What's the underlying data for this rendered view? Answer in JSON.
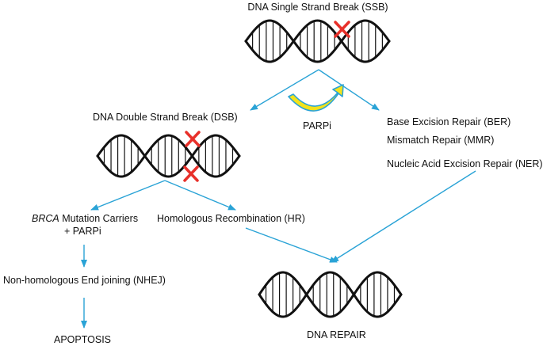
{
  "labels": {
    "ssb": "DNA Single Strand Break (SSB)",
    "dsb": "DNA Double Strand Break (DSB)",
    "parpi": "PARPi",
    "ber": "Base Excision Repair (BER)",
    "mmr": "Mismatch Repair (MMR)",
    "ner": "Nucleic Acid Excision Repair (NER)",
    "brca_gene": "BRCA",
    "brca_rest": " Mutation Carriers",
    "brca_line2": "+ PARPi",
    "hr": "Homologous Recombination (HR)",
    "nhej": "Non-homologous End joining (NHEJ)",
    "apoptosis": "APOPTOSIS",
    "dna_repair": "DNA REPAIR"
  },
  "colors": {
    "arrow": "#2aa3d6",
    "helix": "#111111",
    "break_mark": "#e8302a",
    "parpi_fill": "#f3e21b",
    "parpi_outline": "#2aa3d6"
  },
  "icons": {
    "break": "red-x-icon",
    "inhibitor": "curved-arrow-icon",
    "dna": "dna-helix-icon"
  }
}
